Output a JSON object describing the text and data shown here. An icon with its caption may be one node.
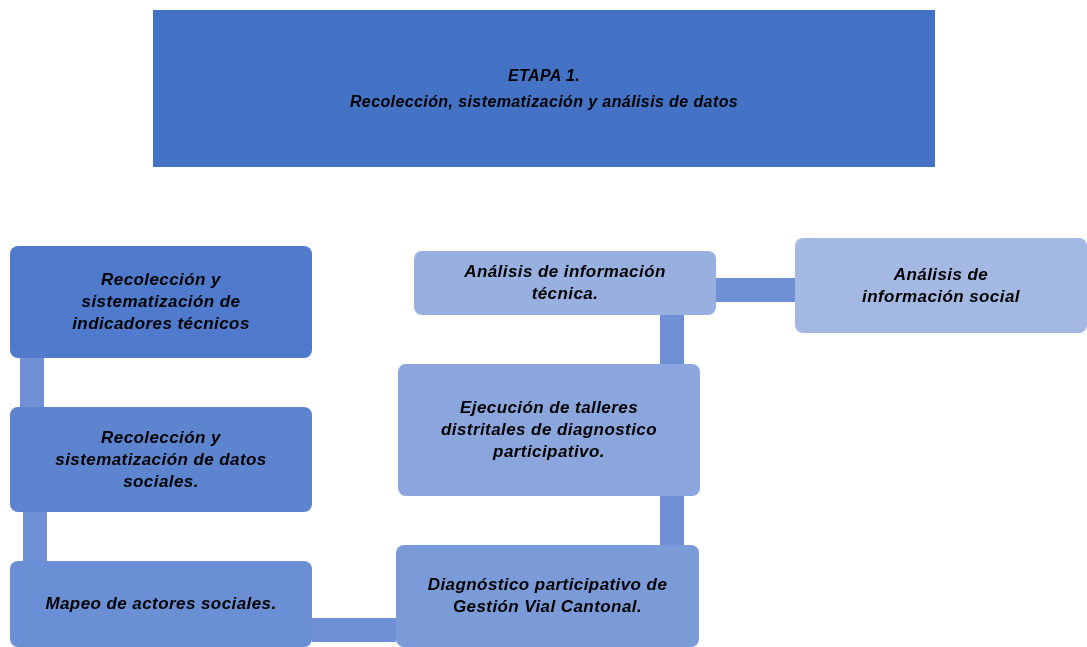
{
  "diagram": {
    "nodes": [
      {
        "text": [
          "ETAPA 1.",
          "Recolección,  sistematización y análisis de datos"
        ]
      },
      {
        "text": [
          "Recolección y sistematización de indicadores técnicos"
        ]
      },
      {
        "text": [
          "Recolección y sistematización de datos sociales."
        ]
      },
      {
        "text": [
          "Mapeo de actores sociales."
        ]
      },
      {
        "text": [
          "Diagnóstico participativo de Gestión Vial Cantonal."
        ]
      },
      {
        "text": [
          "Ejecución de talleres distritales de diagnostico participativo."
        ]
      },
      {
        "text": [
          "Análisis de información técnica."
        ]
      },
      {
        "text": [
          "Análisis de información social"
        ]
      }
    ],
    "edges": [
      {
        "from": 1,
        "to": 2,
        "arrow": "none"
      },
      {
        "from": 2,
        "to": 3,
        "arrow": "none"
      },
      {
        "from": 3,
        "to": 4,
        "arrow": "none"
      },
      {
        "from": 4,
        "to": 5,
        "arrow": "none"
      },
      {
        "from": 5,
        "to": 6,
        "arrow": "none"
      },
      {
        "from": 6,
        "to": 7,
        "arrow": "none"
      }
    ]
  }
}
